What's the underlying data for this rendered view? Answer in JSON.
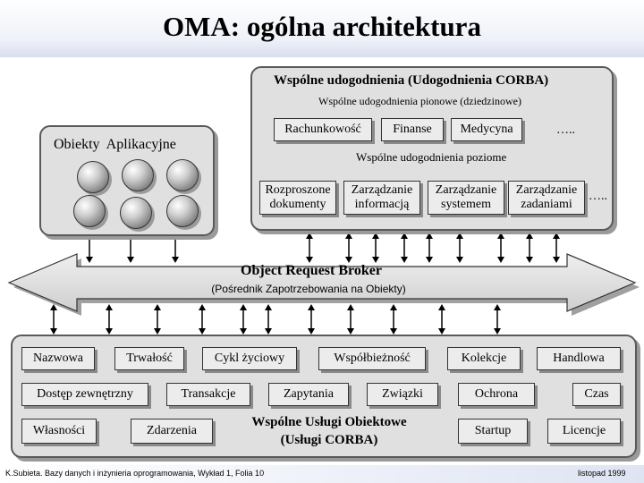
{
  "title": "OMA: ogólna architektura",
  "common_facilities": {
    "heading": "Wspólne udogodnienia (Udogodnienia CORBA)",
    "vertical_label": "Wspólne udogodnienia pionowe (dziedzinowe)",
    "vertical_items": [
      "Rachunkowość",
      "Finanse",
      "Medycyna",
      "….."
    ],
    "horizontal_label": "Wspólne udogodnienia poziome",
    "horizontal_items": [
      "Rozproszone dokumenty",
      "Zarządzanie informacją",
      "Zarządzanie systemem",
      "Zarządzanie zadaniami",
      "….."
    ]
  },
  "application_objects": {
    "heading": "Obiekty  Aplikacyjne"
  },
  "orb": {
    "heading": "Object Request Broker",
    "subheading": "(Pośrednik Zapotrzebowania na Obiekty)"
  },
  "services": {
    "row1": [
      "Nazwowa",
      "Trwałość",
      "Cykl życiowy",
      "Współbieżność",
      "Kolekcje",
      "Handlowa"
    ],
    "row2": [
      "Dostęp zewnętrzny",
      "Transakcje",
      "Zapytania",
      "Związki",
      "Ochrona",
      "Czas"
    ],
    "row3": [
      "Własności",
      "Zdarzenia",
      "Startup",
      "Licencje"
    ],
    "heading_line1": "Wspólne Usługi Obiektowe",
    "heading_line2": "(Usługi CORBA)"
  },
  "footer": {
    "left": "K.Subieta. Bazy danych i inżynieria oprogramowania, Wykład 1, Folia 10",
    "right": "listopad 1999"
  }
}
